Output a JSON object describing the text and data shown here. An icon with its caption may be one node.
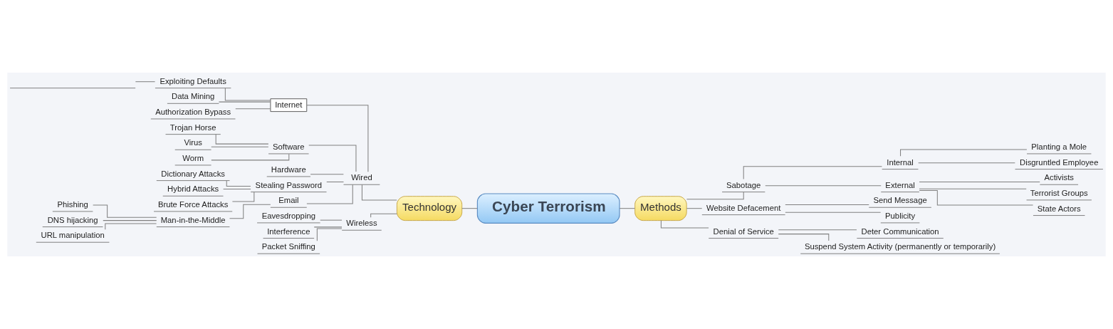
{
  "diagram": {
    "nodes": [
      {
        "text": [
          "Cyber Terrorism"
        ]
      },
      {
        "text": [
          "Technology"
        ]
      },
      {
        "text": [
          "Wired"
        ]
      },
      {
        "text": [
          "Internet"
        ]
      },
      {
        "text": [
          "Exploiting Defaults"
        ]
      },
      {
        "text": [],
        "shape": "line"
      },
      {
        "text": [
          "Data Mining"
        ]
      },
      {
        "text": [
          "Authorization Bypass"
        ]
      },
      {
        "text": [
          "Software"
        ]
      },
      {
        "text": [
          "Trojan Horse"
        ]
      },
      {
        "text": [
          "Virus"
        ]
      },
      {
        "text": [
          "Worm"
        ]
      },
      {
        "text": [
          "Hardware"
        ]
      },
      {
        "text": [
          "Stealing Password"
        ]
      },
      {
        "text": [
          "Dictionary Attacks"
        ]
      },
      {
        "text": [
          "Hybrid Attacks"
        ]
      },
      {
        "text": [
          "Brute Force Attacks"
        ]
      },
      {
        "text": [
          "Email"
        ]
      },
      {
        "text": [
          "Man-in-the-Middle"
        ]
      },
      {
        "text": [
          "Phishing"
        ]
      },
      {
        "text": [
          "DNS hijacking"
        ]
      },
      {
        "text": [
          "URL manipulation"
        ]
      },
      {
        "text": [
          "Wireless"
        ]
      },
      {
        "text": [
          "Eavesdropping"
        ]
      },
      {
        "text": [
          "Interference"
        ]
      },
      {
        "text": [
          "Packet Sniffing"
        ]
      },
      {
        "text": [
          "Methods"
        ]
      },
      {
        "text": [
          "Sabotage"
        ]
      },
      {
        "text": [
          "Internal"
        ]
      },
      {
        "text": [
          "Planting a Mole"
        ]
      },
      {
        "text": [
          "Disgruntled Employee"
        ]
      },
      {
        "text": [
          "External"
        ]
      },
      {
        "text": [
          "Activists"
        ]
      },
      {
        "text": [
          "Terrorist Groups"
        ]
      },
      {
        "text": [
          "State Actors"
        ]
      },
      {
        "text": [
          "Website Defacement"
        ]
      },
      {
        "text": [
          "Send Message"
        ]
      },
      {
        "text": [
          "Publicity"
        ]
      },
      {
        "text": [
          "Denial of Service"
        ]
      },
      {
        "text": [
          "Deter Communication"
        ]
      },
      {
        "text": [
          "Suspend System Activity (permanently or temporarily)"
        ]
      }
    ],
    "edges": [
      {
        "from": 1,
        "to": 0,
        "arrow": "none"
      },
      {
        "from": 2,
        "to": 1,
        "arrow": "none"
      },
      {
        "from": 3,
        "to": 2,
        "arrow": "none"
      },
      {
        "from": 4,
        "to": 3,
        "arrow": "none"
      },
      {
        "from": 5,
        "to": 4,
        "arrow": "none"
      },
      {
        "from": 6,
        "to": 3,
        "arrow": "none"
      },
      {
        "from": 7,
        "to": 3,
        "arrow": "none"
      },
      {
        "from": 8,
        "to": 2,
        "arrow": "none"
      },
      {
        "from": 9,
        "to": 8,
        "arrow": "none"
      },
      {
        "from": 10,
        "to": 8,
        "arrow": "none"
      },
      {
        "from": 11,
        "to": 8,
        "arrow": "none"
      },
      {
        "from": 12,
        "to": 2,
        "arrow": "none"
      },
      {
        "from": 13,
        "to": 2,
        "arrow": "none"
      },
      {
        "from": 14,
        "to": 13,
        "arrow": "none"
      },
      {
        "from": 15,
        "to": 13,
        "arrow": "none"
      },
      {
        "from": 16,
        "to": 13,
        "arrow": "none"
      },
      {
        "from": 17,
        "to": 2,
        "arrow": "none"
      },
      {
        "from": 18,
        "to": 17,
        "arrow": "none"
      },
      {
        "from": 19,
        "to": 18,
        "arrow": "none"
      },
      {
        "from": 20,
        "to": 18,
        "arrow": "none"
      },
      {
        "from": 21,
        "to": 18,
        "arrow": "none"
      },
      {
        "from": 22,
        "to": 1,
        "arrow": "none"
      },
      {
        "from": 23,
        "to": 22,
        "arrow": "none"
      },
      {
        "from": 24,
        "to": 22,
        "arrow": "none"
      },
      {
        "from": 25,
        "to": 22,
        "arrow": "none"
      },
      {
        "from": 0,
        "to": 26,
        "arrow": "none"
      },
      {
        "from": 26,
        "to": 27,
        "arrow": "none"
      },
      {
        "from": 27,
        "to": 28,
        "arrow": "none"
      },
      {
        "from": 28,
        "to": 29,
        "arrow": "none"
      },
      {
        "from": 28,
        "to": 30,
        "arrow": "none"
      },
      {
        "from": 27,
        "to": 31,
        "arrow": "none"
      },
      {
        "from": 31,
        "to": 32,
        "arrow": "none"
      },
      {
        "from": 31,
        "to": 33,
        "arrow": "none"
      },
      {
        "from": 31,
        "to": 34,
        "arrow": "none"
      },
      {
        "from": 26,
        "to": 35,
        "arrow": "none"
      },
      {
        "from": 35,
        "to": 36,
        "arrow": "none"
      },
      {
        "from": 35,
        "to": 37,
        "arrow": "none"
      },
      {
        "from": 26,
        "to": 38,
        "arrow": "none"
      },
      {
        "from": 38,
        "to": 39,
        "arrow": "none"
      },
      {
        "from": 38,
        "to": 40,
        "arrow": "none"
      }
    ]
  }
}
